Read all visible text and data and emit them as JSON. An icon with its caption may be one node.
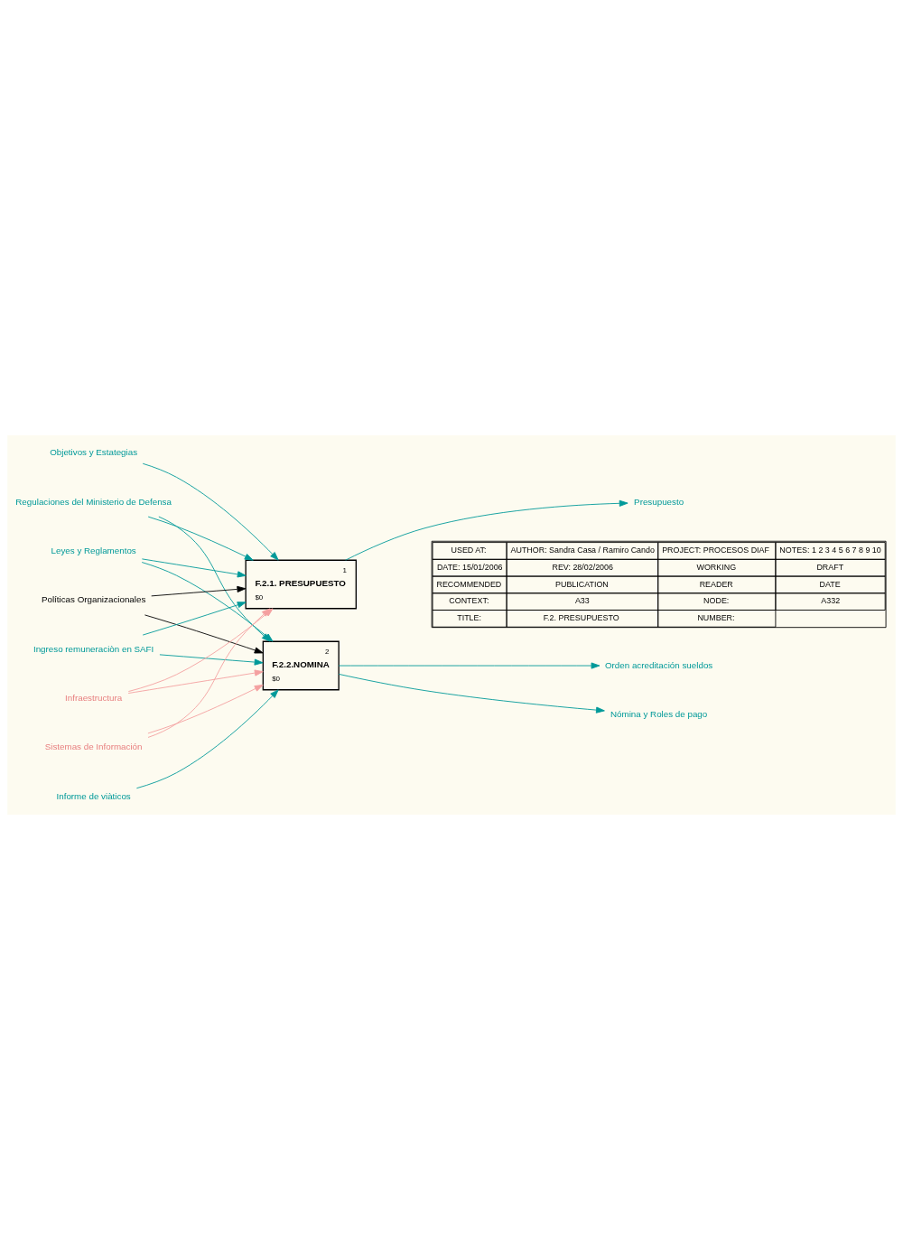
{
  "diagram": {
    "nodes": [
      {
        "text": [
          "1",
          "F.2.1. PRESUPUESTO",
          "$0"
        ]
      },
      {
        "text": [
          "2",
          "F.2.2.NOMINA",
          "$0"
        ]
      },
      {
        "text": [
          "Regulaciones del Ministerio de Defensa"
        ]
      },
      {
        "text": [
          "Leyes y Reglamentos"
        ]
      },
      {
        "text": [
          "Políticas Organizacionales"
        ]
      },
      {
        "text": [
          "Objetivos y Estategias"
        ]
      },
      {
        "text": [
          "Ingreso remuneraciòn en SAFI"
        ]
      },
      {
        "text": [
          "Informe de viàticos"
        ]
      },
      {
        "text": [
          "Infraestructura"
        ]
      },
      {
        "text": [
          "Sistemas de Información"
        ]
      },
      {
        "text": [
          "Presupuesto"
        ]
      },
      {
        "text": [
          "Orden acreditación sueldos"
        ]
      },
      {
        "text": [
          "Nómina y Roles de pago"
        ]
      }
    ],
    "edges": [
      {
        "from": 2,
        "to": 1,
        "arrow": "to"
      },
      {
        "from": 2,
        "to": 0,
        "arrow": "to"
      },
      {
        "from": 3,
        "to": 0,
        "arrow": "to"
      },
      {
        "from": 3,
        "to": 1,
        "arrow": "to"
      },
      {
        "from": 4,
        "to": 1,
        "arrow": "to",
        "color": "#000000"
      },
      {
        "from": 4,
        "to": 0,
        "arrow": "to",
        "color": "#000000"
      },
      {
        "from": 5,
        "to": 0,
        "arrow": "to"
      },
      {
        "from": 6,
        "to": 1,
        "arrow": "to"
      },
      {
        "from": 6,
        "to": 0,
        "arrow": "to"
      },
      {
        "from": 7,
        "to": 1,
        "arrow": "to"
      },
      {
        "from": 8,
        "to": 1,
        "arrow": "to",
        "color": "#f4a0a0"
      },
      {
        "from": 8,
        "to": 0,
        "arrow": "to",
        "color": "#f4a0a0"
      },
      {
        "from": 9,
        "to": 1,
        "arrow": "to",
        "color": "#f4a0a0"
      },
      {
        "from": 9,
        "to": 0,
        "arrow": "to",
        "color": "#f4a0a0"
      },
      {
        "from": 0,
        "to": 10,
        "arrow": "to"
      },
      {
        "from": 1,
        "to": 11,
        "arrow": "to"
      },
      {
        "from": 1,
        "to": 12,
        "arrow": "to"
      }
    ],
    "labels": [
      "USED AT:",
      "AUTHOR: Sandra Casa / Ramiro Cando",
      "PROJECT: PROCESOS DIAF",
      "NOTES: 1 2 3 4 5 6 7 8 9 10",
      "DATE: 15/01/2006",
      "REV: 28/02/2006",
      "WORKING",
      "DRAFT",
      "RECOMMENDED",
      "PUBLICATION",
      "READER",
      "DATE",
      "CONTEXT:",
      "A33",
      "NODE:",
      "A332",
      "TITLE:",
      "F.2. PRESUPUESTO",
      "NUMBER:"
    ]
  }
}
